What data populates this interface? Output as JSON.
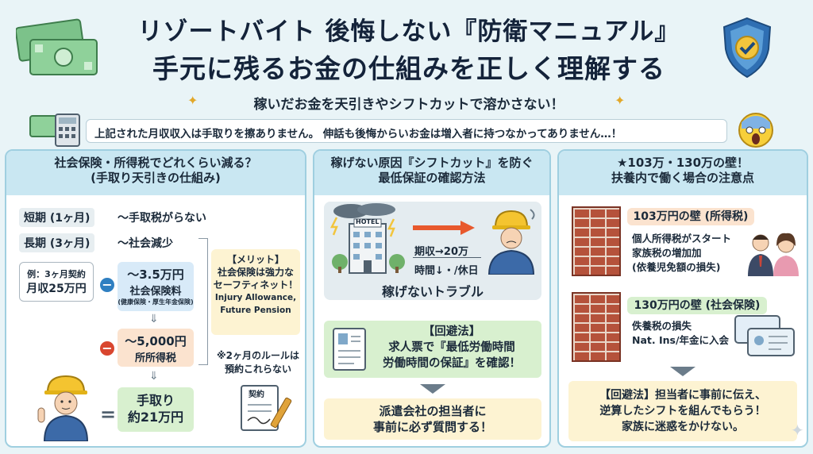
{
  "title_line1": "リゾートバイト 後悔しない『防衛マニュアル』",
  "title_line2": "手元に残るお金の仕組みを正しく理解する",
  "subtitle": "稼いだお金を天引きやシフトカットで溶かさない！",
  "notice": "上記された月収収入は手取りを擦ありません。 伸話も後悔からいお金は増入者に持つなかってありません…！",
  "panel1": {
    "heading1": "社会保険・所得税でどれくらい減る？",
    "heading2": "(手取り天引きの仕組み)",
    "short_label": "短期 (1ヶ月)",
    "short_text": "〜手取税がらない",
    "long_label": "長期 (3ヶ月)",
    "long_text": "〜社会減少",
    "example1": "例：3ヶ月契約",
    "example2": "月収25万円",
    "minus": "−",
    "ins_amount": "〜3.5万円",
    "ins_label": "社会保険料",
    "ins_note": "(健康保険・厚生年金保険)",
    "tax_amount": "〜5,000円",
    "tax_label": "所所得税",
    "equals": "=",
    "net1": "手取り",
    "net2": "約21万円",
    "merit_title": "【メリット】",
    "merit1": "社会保険は強力な",
    "merit2": "セーフティネット！",
    "merit3": "Injury Allowance,",
    "merit4": "Future Pension",
    "rule1": "※2ヶ月のルールは",
    "rule2": "預約これらない",
    "contract_text": "契約"
  },
  "panel2": {
    "heading1": "稼げない原因『シフトカット』を防ぐ",
    "heading2": "最低保証の確認方法",
    "hotel_sign": "HOTEL",
    "period": "期収→20万",
    "hours": "時間↓・/休日",
    "trouble": "稼げないトラブル",
    "avoid_title": "【回避法】",
    "avoid1": "求人票で『最低労働時間",
    "avoid2": "労働時間の保証』を確認！",
    "ask1": "派遣会社の担当者に",
    "ask2": "事前に必ず質問する！"
  },
  "panel3": {
    "heading1": "★103万・130万の壁！",
    "heading2": "扶養内で働く場合の注意点",
    "wall1_title": "103万円の壁 (所得税)",
    "wall1_line1": "個人所得税がスタート",
    "wall1_line2": "家族税の増加加",
    "wall1_line3": "(依養児免額の損失)",
    "wall2_title": "130万円の壁 (社会保険)",
    "wall2_line1": "佚養税の損失",
    "wall2_line2": "Nat. Ins/年金に入会",
    "avoid1": "【回避法】担当者に事前に伝え、",
    "avoid2": "逆算したシフトを組んでもらう！",
    "avoid3": "家族に迷惑をかけない。"
  },
  "colors": {
    "panel_header": "#c9e7f2",
    "minus_blue": "#2f7fc1",
    "minus_red": "#d9462f",
    "arrow_orange": "#e8592d",
    "brick": "#b5523b"
  },
  "icons": [
    "money-icon",
    "shield-check-icon",
    "calculator-icon",
    "shocked-face-icon",
    "worker-icon",
    "hotel-icon",
    "contract-icon",
    "resume-icon",
    "id-card-icon",
    "couple-icon",
    "sparkle-icon"
  ]
}
